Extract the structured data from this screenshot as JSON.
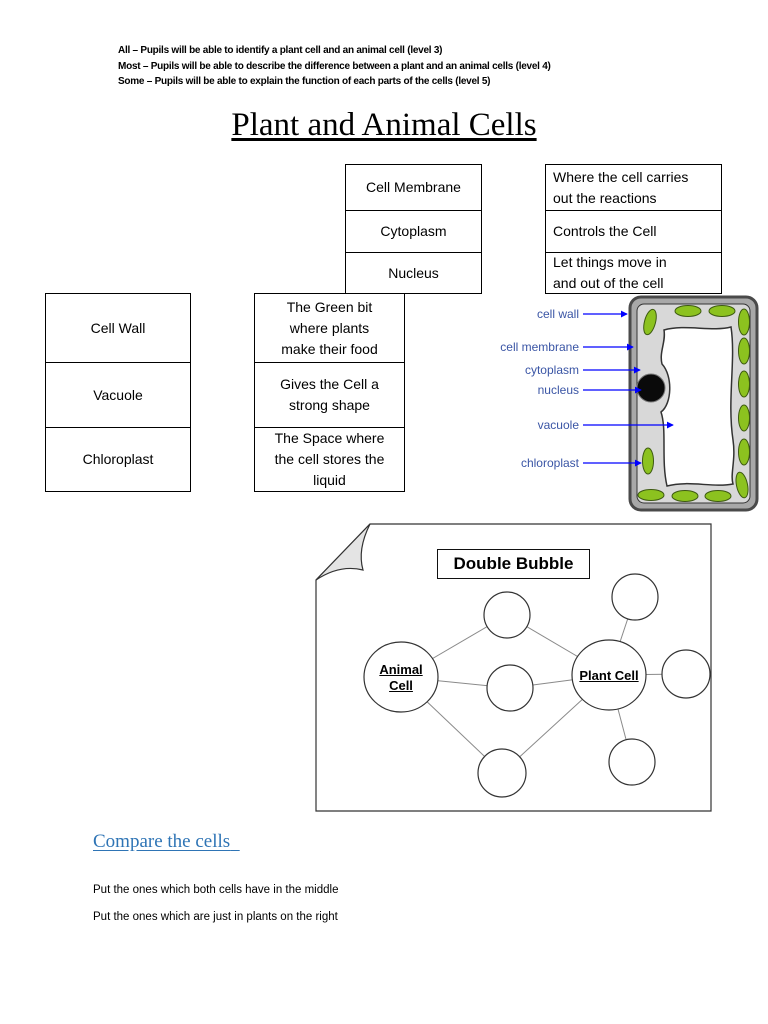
{
  "objectives": [
    "All – Pupils will be able to identify a plant cell and an animal cell (level 3)",
    "Most – Pupils will be able to describe the difference between a plant and an animal cells (level 4)",
    "Some – Pupils will be able to explain the function of each parts of the cells (level 5)"
  ],
  "title": "Plant and Animal Cells",
  "matching": {
    "top_parts": [
      "Cell Membrane",
      "Cytoplasm",
      "Nucleus"
    ],
    "top_functions": [
      "Where the cell carries\nout the reactions",
      "Controls the Cell",
      "Let things move in\nand out of the cell"
    ],
    "left_parts": [
      "Cell Wall",
      "Vacuole",
      "Chloroplast"
    ],
    "left_functions": [
      "The Green bit\nwhere plants\nmake their food",
      "Gives the Cell a\nstrong shape",
      "The Space where\nthe cell stores the\nliquid"
    ]
  },
  "plant_cell_diagram": {
    "labels": [
      "cell wall",
      "cell membrane",
      "cytoplasm",
      "nucleus",
      "vacuole",
      "chloroplast"
    ],
    "label_color": "#3a55a5",
    "arrow_color": "#0000ff",
    "chloroplast_color": "#8cc21f"
  },
  "double_bubble": {
    "title": "Double Bubble",
    "left_label": "Animal Cell",
    "right_label": "Plant Cell"
  },
  "compare": {
    "heading": "Compare the cells",
    "heading_color": "#2e74b5",
    "instructions": [
      "Put the ones which both cells have in the middle",
      "Put the ones which are just in plants on the right"
    ]
  }
}
